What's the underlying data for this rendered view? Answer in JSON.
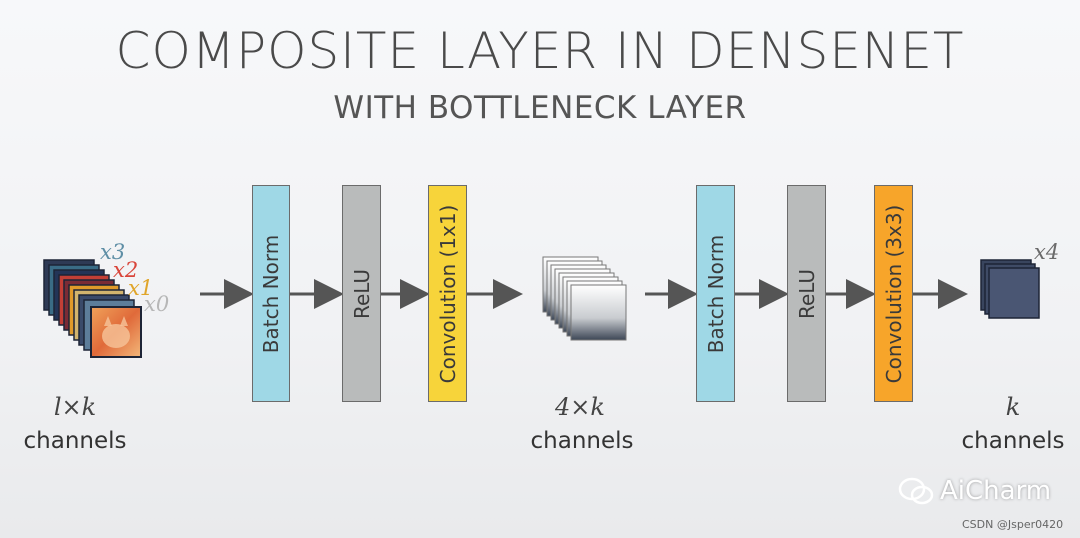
{
  "title": "COMPOSITE LAYER IN DENSENET",
  "subtitle": "WITH BOTTLENECK LAYER",
  "blocks": [
    {
      "label": "Batch Norm",
      "color": "#9fd8e6"
    },
    {
      "label": "ReLU",
      "color": "#b9bbbb"
    },
    {
      "label": "Convolution (1x1)",
      "color": "#f7d43a"
    },
    {
      "label": "Batch Norm",
      "color": "#9fd8e6"
    },
    {
      "label": "ReLU",
      "color": "#b9bbbb"
    },
    {
      "label": "Convolution (3x3)",
      "color": "#f7a52a"
    }
  ],
  "input": {
    "labels": [
      "x3",
      "x2",
      "x1",
      "x0"
    ],
    "label_colors": [
      "#5f8fa6",
      "#d9453a",
      "#e0a52a",
      "#b7b7b7"
    ],
    "channels_num": "l×k",
    "channels_word": "channels"
  },
  "middle": {
    "channels_num": "4×k",
    "channels_word": "channels"
  },
  "output": {
    "label": "x4",
    "channels_num": "k",
    "channels_word": "channels"
  },
  "watermark": {
    "brand": "AiCharm",
    "credit": "CSDN @Jsper0420"
  }
}
